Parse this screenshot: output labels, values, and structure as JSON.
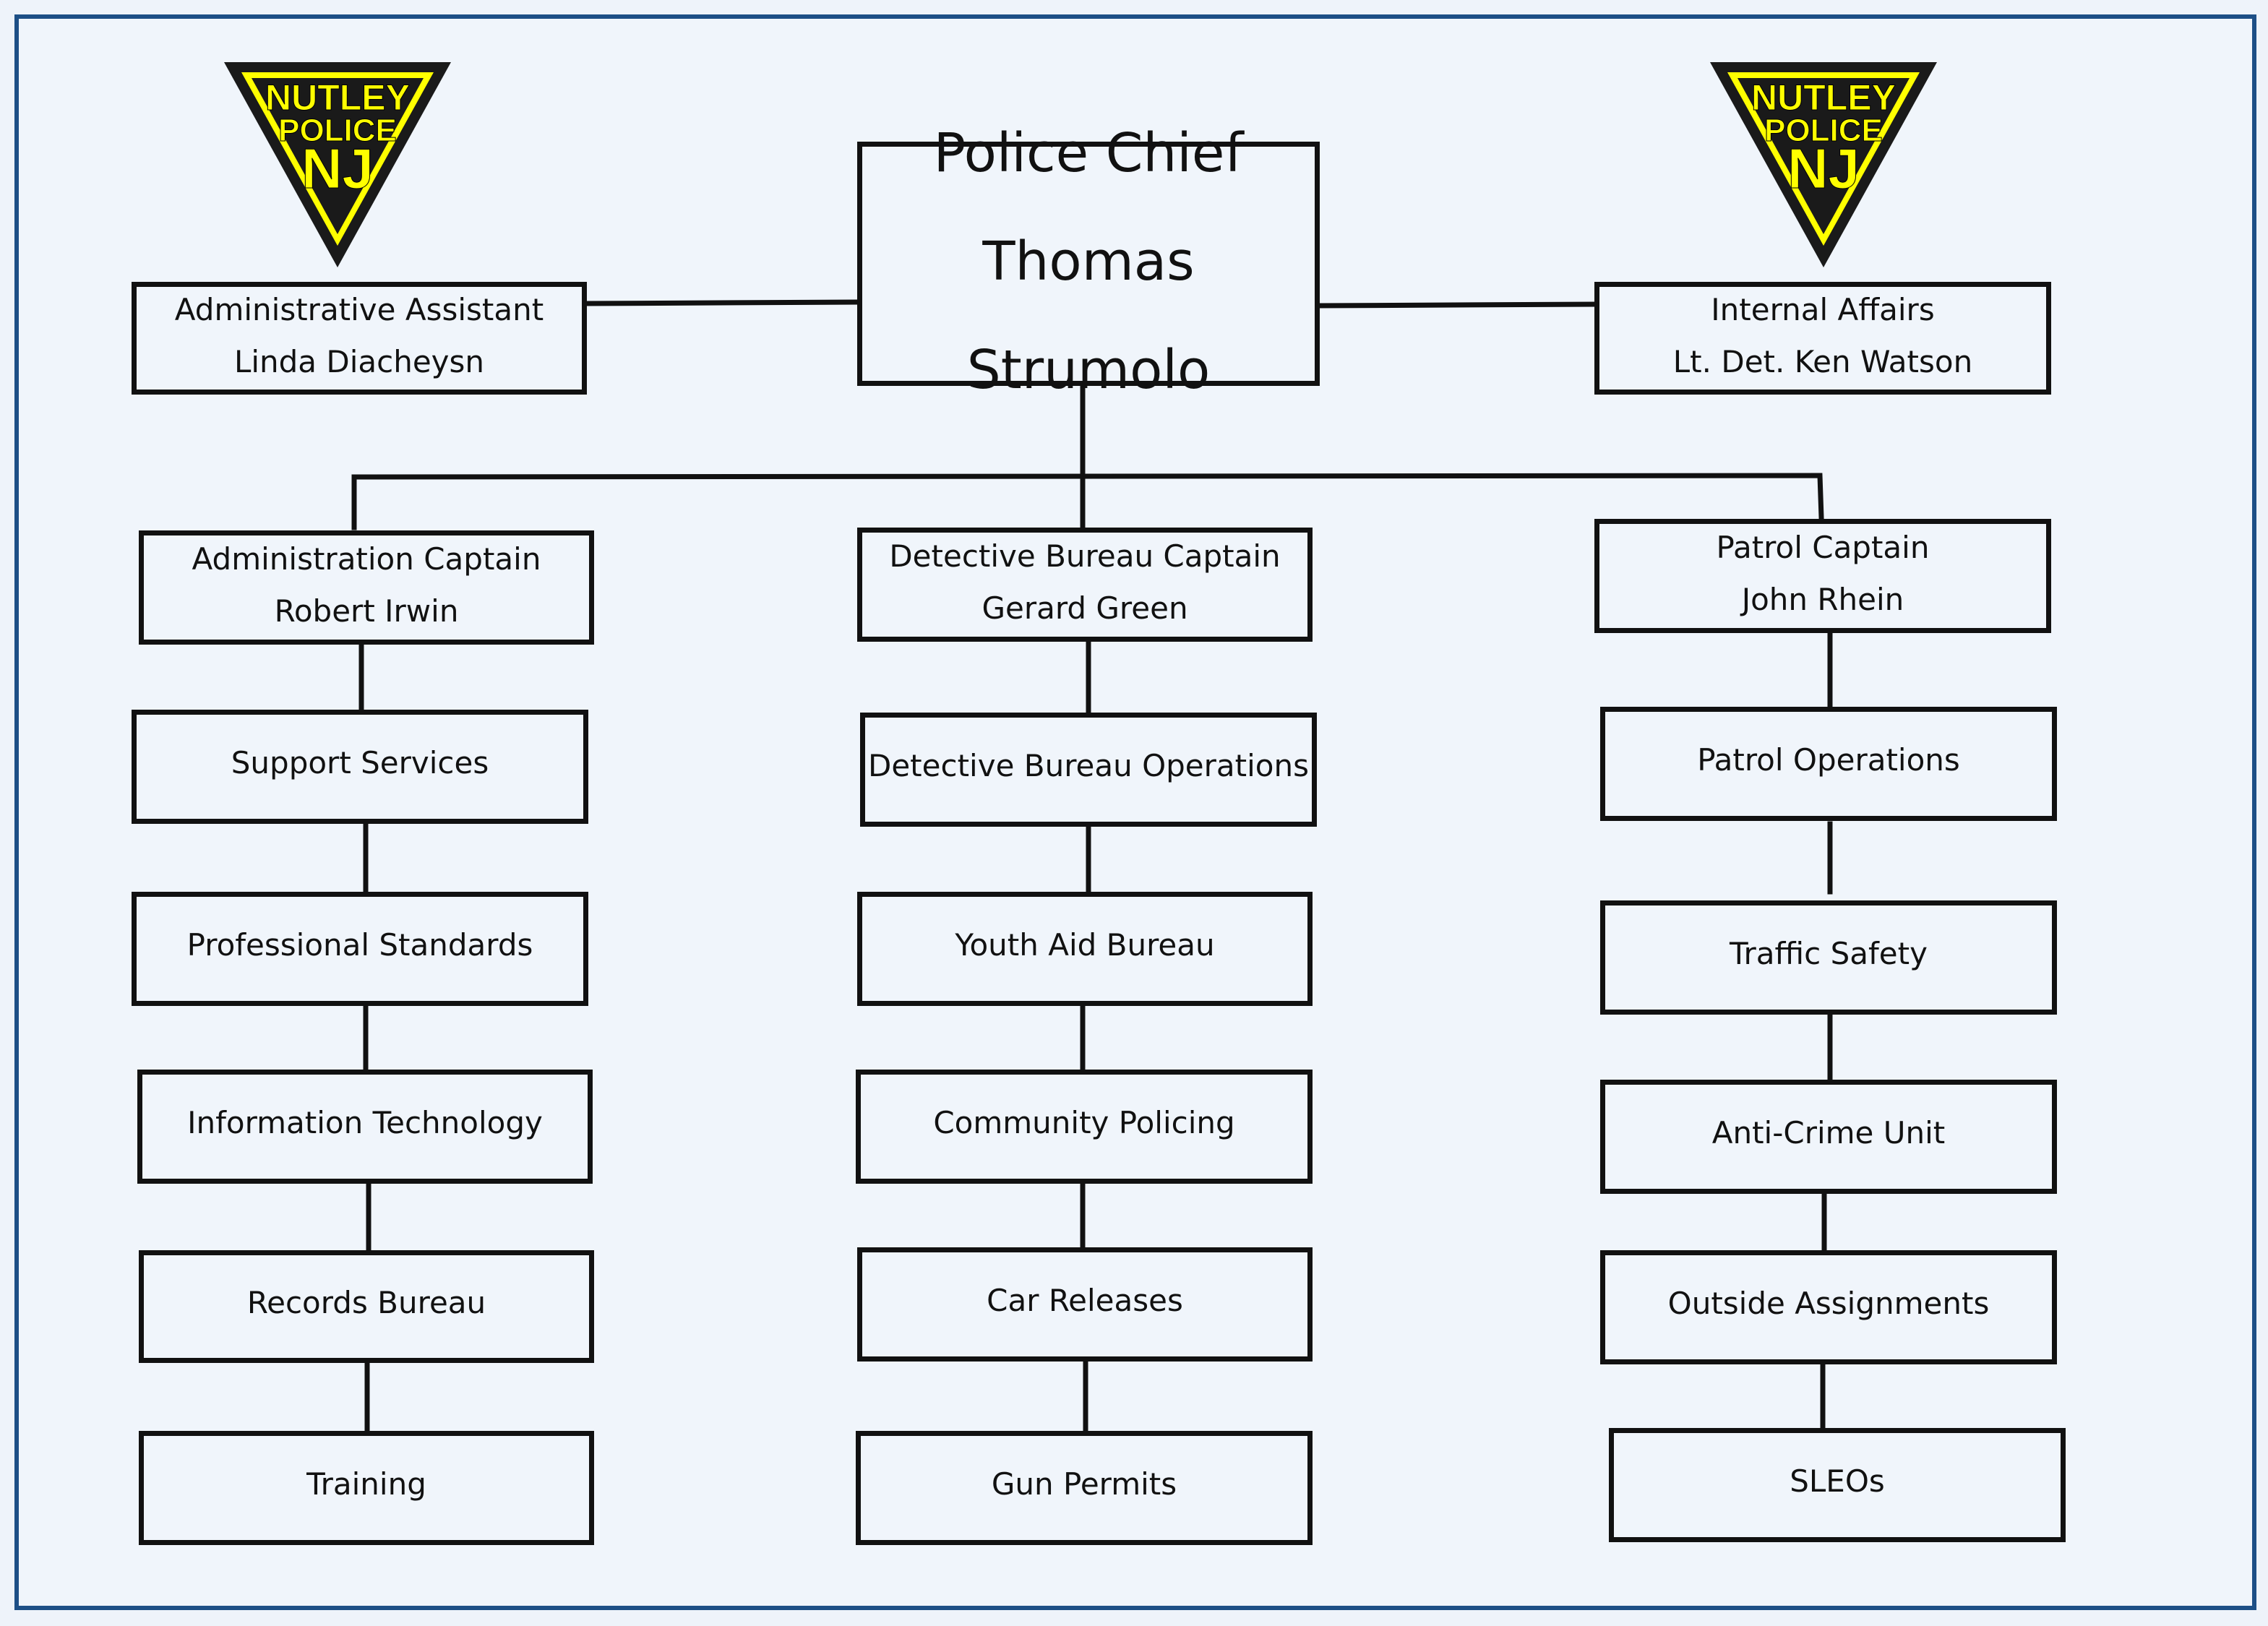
{
  "badge": {
    "line1": "NUTLEY",
    "line2": "POLICE",
    "line3": "NJ",
    "fill_color": "#ffff00",
    "outline_color": "#1a1a1a"
  },
  "colors": {
    "frame_border": "#1d4f86",
    "background": "#f0f5fb",
    "box_border": "#111111"
  },
  "chief": {
    "title": "Police Chief",
    "name": "Thomas Strumolo"
  },
  "admin_assistant": {
    "title": "Administrative Assistant",
    "name": "Linda Diacheysn"
  },
  "internal_affairs": {
    "title": "Internal Affairs",
    "name": "Lt. Det. Ken Watson"
  },
  "columns": [
    {
      "captain_title": "Administration Captain",
      "captain_name": "Robert Irwin",
      "units": [
        "Support Services",
        "Professional Standards",
        "Information Technology",
        "Records Bureau",
        "Training"
      ]
    },
    {
      "captain_title": "Detective Bureau Captain",
      "captain_name": "Gerard Green",
      "units": [
        "Detective Bureau Operations",
        "Youth Aid Bureau",
        "Community Policing",
        "Car Releases",
        "Gun Permits"
      ]
    },
    {
      "captain_title": "Patrol Captain",
      "captain_name": "John Rhein",
      "units": [
        "Patrol Operations",
        "Traffic Safety",
        "Anti-Crime Unit",
        "Outside Assignments",
        "SLEOs"
      ]
    }
  ]
}
